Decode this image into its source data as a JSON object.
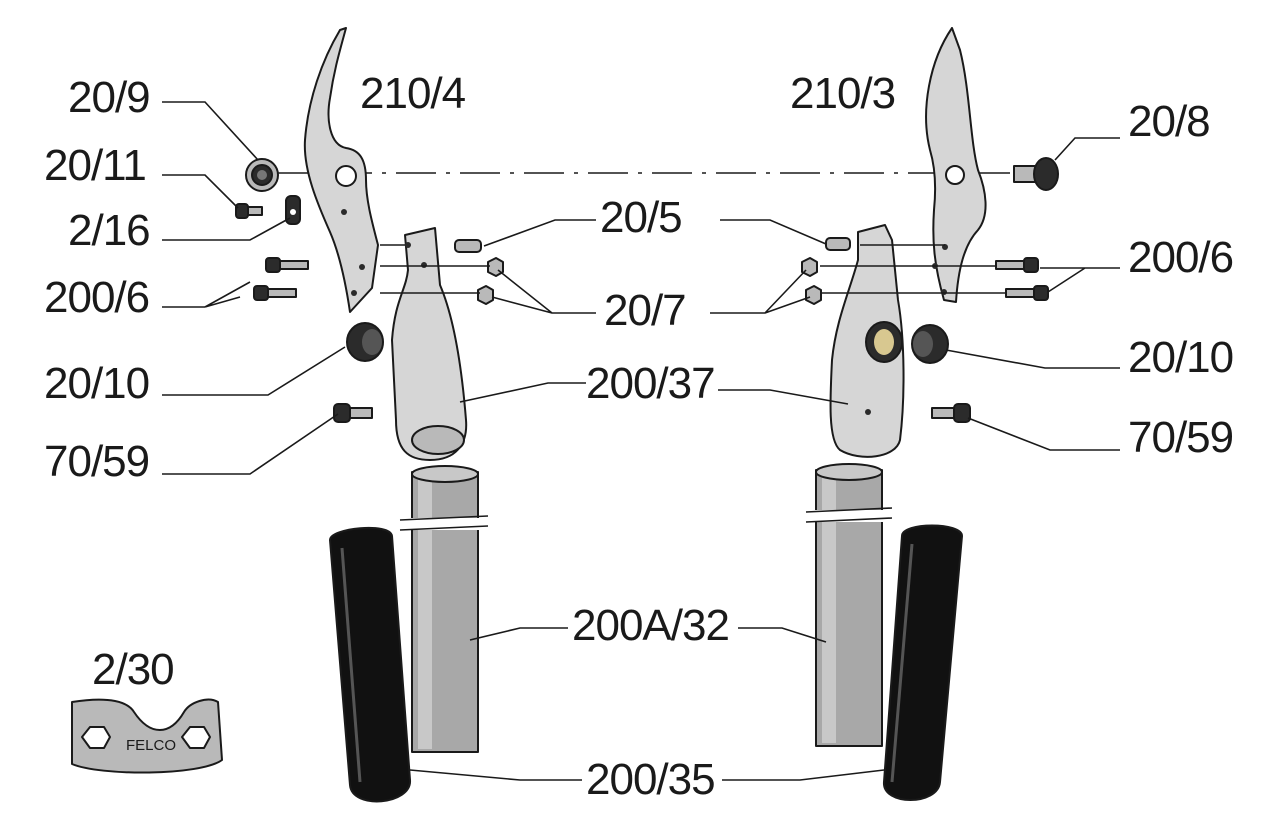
{
  "parts": {
    "blade_left": "210/4",
    "blade_right": "210/3",
    "nut_20_9": "20/9",
    "bolt_20_8": "20/8",
    "screw_20_11": "20/11",
    "clip_2_16": "2/16",
    "pin_20_5": "20/5",
    "screw_200_6_left": "200/6",
    "screw_200_6_right": "200/6",
    "nut_20_7": "20/7",
    "bumper_20_10_left": "20/10",
    "bumper_20_10_right": "20/10",
    "handle_head": "200/37",
    "screw_70_59_left": "70/59",
    "screw_70_59_right": "70/59",
    "tube": "200A/32",
    "grip": "200/35",
    "wrench": "2/30"
  },
  "wrench_brand": "FELCO",
  "colors": {
    "line": "#1a1a1a",
    "metal": "#b9b9b9",
    "tube": "#a8a8a8",
    "grip": "#111111"
  }
}
